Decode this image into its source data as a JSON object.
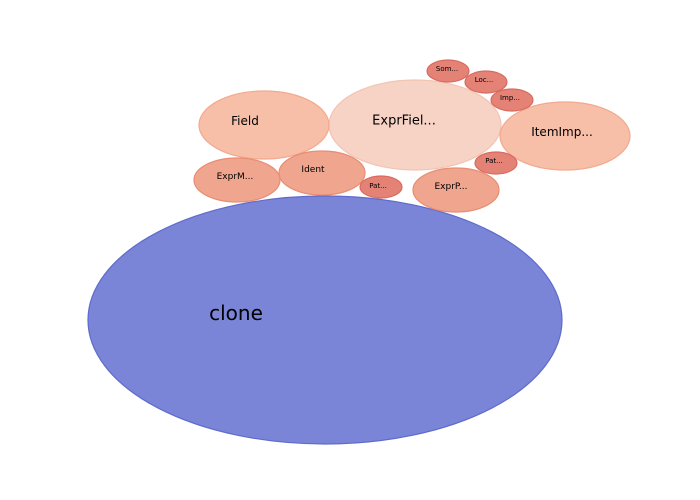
{
  "chart_data": {
    "type": "bubble",
    "title": "",
    "xlabel": "",
    "ylabel": "",
    "grid": false,
    "legend": "none",
    "bubbles": [
      {
        "label": "clone",
        "value": 100,
        "color": "#7a85d8",
        "stroke": "#5f6bcc"
      },
      {
        "label": "ExprFiel...",
        "value": 14.7,
        "color": "#f6d3c5",
        "stroke": "#f2c4b2"
      },
      {
        "label": "Field",
        "value": 10.2,
        "color": "#f7bfa8",
        "stroke": "#f2a98f"
      },
      {
        "label": "ItemImp...",
        "value": 10.2,
        "color": "#f7bfa8",
        "stroke": "#f2a98f"
      },
      {
        "label": "ExprP...",
        "value": 5.7,
        "color": "#f0a58e",
        "stroke": "#e98d73"
      },
      {
        "label": "Ident",
        "value": 5.7,
        "color": "#f0a58e",
        "stroke": "#e98d73"
      },
      {
        "label": "ExprM...",
        "value": 5.7,
        "color": "#f0a58e",
        "stroke": "#e98d73"
      },
      {
        "label": "Pat...",
        "value": 1.4,
        "color": "#e38275",
        "stroke": "#d86a60"
      },
      {
        "label": "Pat...",
        "value": 1.4,
        "color": "#e38275",
        "stroke": "#d86a60"
      },
      {
        "label": "Imp...",
        "value": 1.4,
        "color": "#e38275",
        "stroke": "#d86a60"
      },
      {
        "label": "Loc...",
        "value": 1.4,
        "color": "#e38275",
        "stroke": "#d86a60"
      },
      {
        "label": "Som...",
        "value": 1.4,
        "color": "#e38275",
        "stroke": "#d86a60"
      }
    ]
  }
}
